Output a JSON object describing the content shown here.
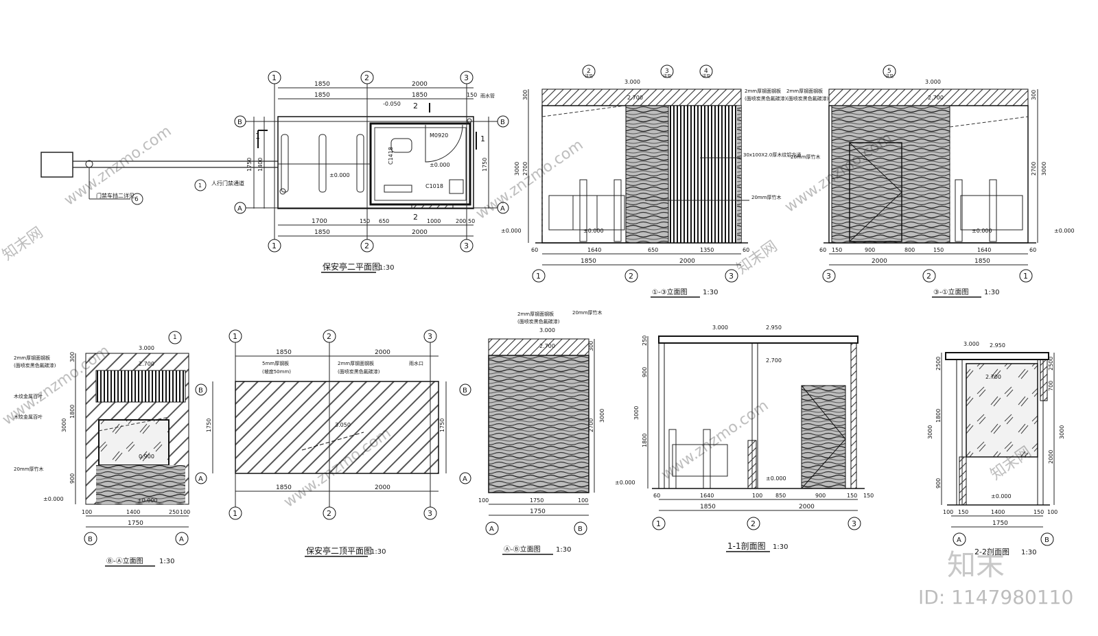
{
  "titles": {
    "plan": "保安亭二平面图",
    "elev13": "①-③立面图",
    "elev31": "③-①立面图",
    "elevBA": "Ⓑ-Ⓐ立面图",
    "roof": "保安亭二顶平面图",
    "elevAB": "Ⓐ-Ⓑ立面图",
    "sec11": "1-1剖面图",
    "sec22": "2-2剖面图",
    "scale": "1:30"
  },
  "axes": {
    "a1": "1",
    "a2": "2",
    "a3": "3",
    "aA": "A",
    "aB": "B"
  },
  "dims": {
    "d1850": "1850",
    "d2000": "2000",
    "d1700": "1700",
    "d150": "150",
    "d650": "650",
    "d1000": "1000",
    "d200": "200",
    "d50": "50",
    "d1750": "1750",
    "d1400": "1400",
    "d250": "250",
    "d100": "100",
    "d1640": "1640",
    "d60": "60",
    "d1350": "1350",
    "d900": "900",
    "d800": "800",
    "d300": "300",
    "d3000": "3000",
    "d2700": "2700",
    "d1800": "1800",
    "d850": "850",
    "d700": "700",
    "d2500": "2500"
  },
  "levels": {
    "l0": "±0.000",
    "l3": "3.000",
    "l27": "2.700",
    "l295": "2.950",
    "l09": "0.900",
    "l005": "-0.050",
    "l305": "3.050"
  },
  "plan_labels": {
    "door": "M0920",
    "c1418": "C1418",
    "c1018": "C1018",
    "gate": "人行门禁通道",
    "barrier": "门禁车挡二详见",
    "drain": "雨水管",
    "s1": "1",
    "s2": "2"
  },
  "notes": {
    "steel2": "2mm厚钢面钢板",
    "steel2b": "(面喷炭黑色氟碳漆)",
    "wood20": "20mm厚竹木",
    "grille": "30x100X2.0厚木纹铝方通",
    "louver": "木纹金属百叶",
    "steel5": "5mm厚钢板",
    "slope": "(坡度50mm)",
    "outlet": "雨水口"
  },
  "detail_tags": {
    "t1": "1",
    "t2": "2",
    "t3": "3",
    "t4": "4",
    "t5": "5",
    "t6": "6",
    "sub": "详见"
  },
  "watermark": {
    "site": "www.znzmo.com",
    "brand": "知末网",
    "logo": "知末",
    "id": "ID: 1147980110"
  }
}
